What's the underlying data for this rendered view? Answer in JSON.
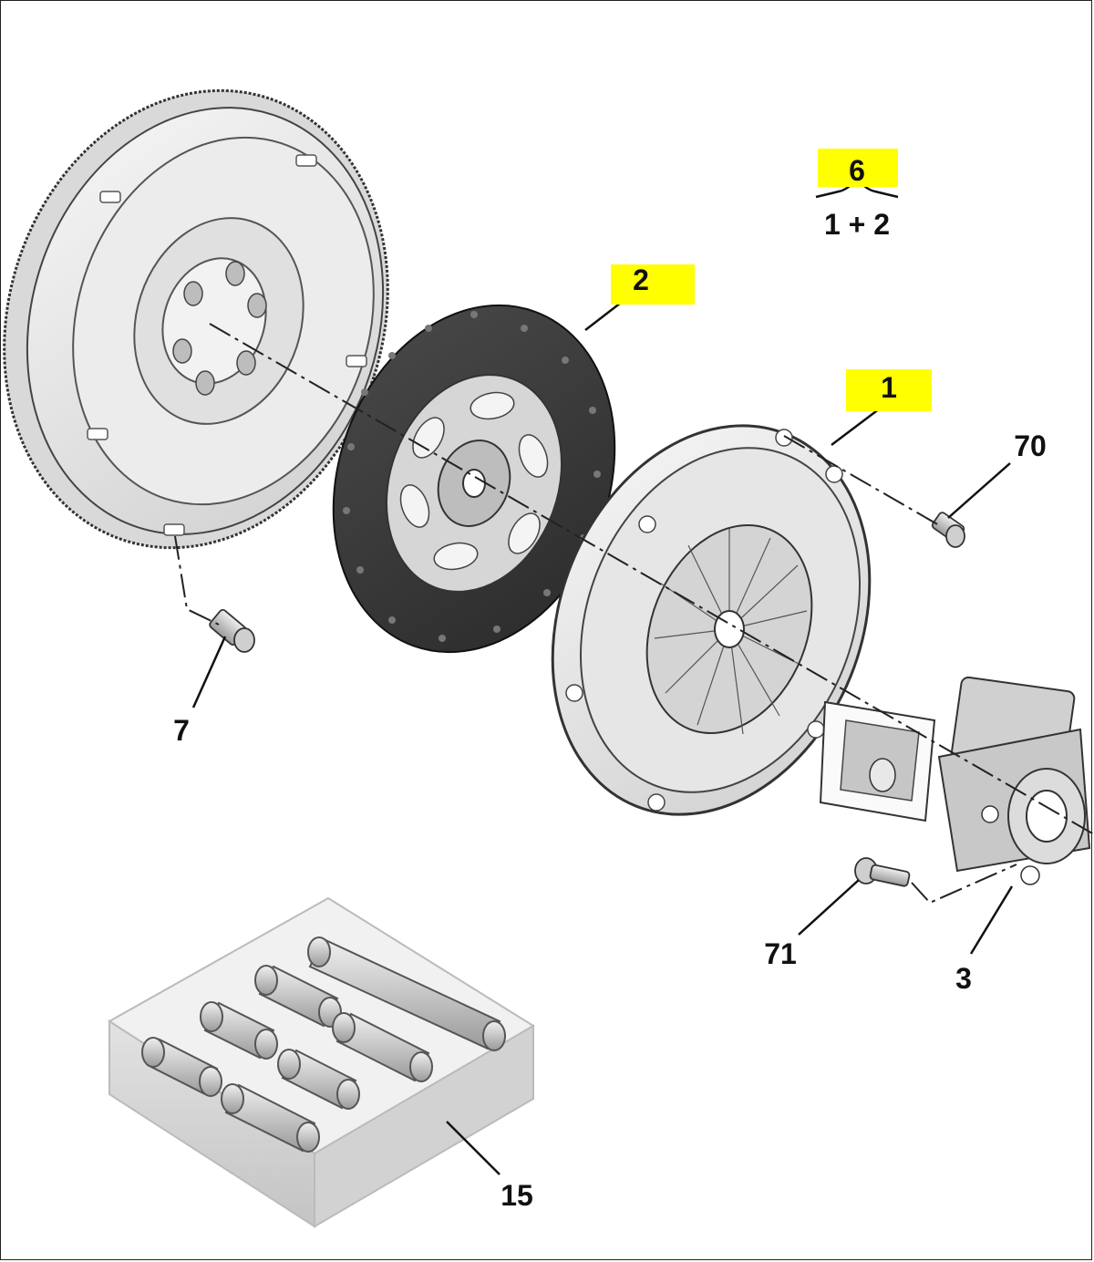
{
  "callouts": {
    "kit_number": "6",
    "kit_composition": "1 + 2",
    "pressure_plate": "1",
    "clutch_disc": "2",
    "flywheel_bolt": "7",
    "cover_bolt": "70",
    "slave_cylinder_bolt": "71",
    "slave_cylinder": "3",
    "tool_kit": "15"
  },
  "colors": {
    "highlight": "#ffff00",
    "line": "#111111",
    "part_light": "#eeeeee",
    "part_mid": "#cfcfcf",
    "friction": "#3a3a3a"
  }
}
